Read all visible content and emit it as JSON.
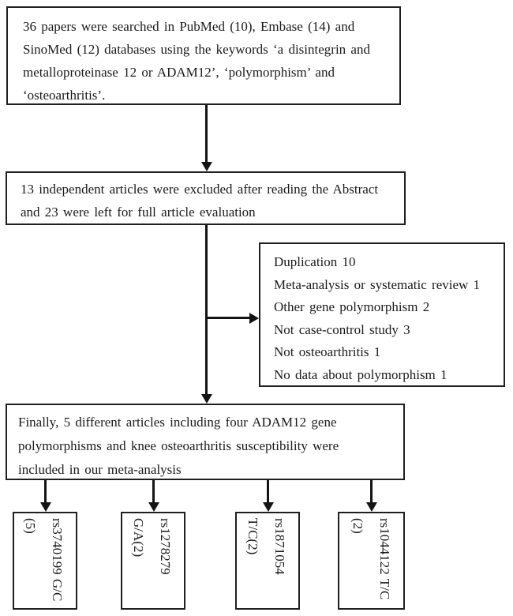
{
  "diagram": {
    "kind": "study-selection-flowchart",
    "colors": {
      "background": "#ffffff",
      "border": "#1f1f1f",
      "text": "#1a1a1a",
      "arrow": "#141414"
    },
    "boxes": {
      "search": {
        "lines": [
          "36 papers were searched in PubMed (10), Embase (14) and",
          "SinoMed (12) databases using the keywords ‘a disintegrin and",
          "metalloproteinase 12 or ADAM12’, ‘polymorphism’ and",
          "‘osteoarthritis’."
        ]
      },
      "screening": {
        "lines": [
          "13 independent articles were excluded after reading the Abstract",
          "and 23 were left for full article evaluation"
        ]
      },
      "exclusions": {
        "lines": [
          "Duplication 10",
          "Meta-analysis or systematic review 1",
          "Other gene polymorphism 2",
          "Not case-control study 3",
          "Not osteoarthritis 1",
          "No data about polymorphism 1"
        ]
      },
      "final": {
        "lines": [
          "Finally, 5 different articles including four ADAM12 gene",
          "polymorphisms and knee osteoarthritis susceptibility were",
          "included in our meta-analysis"
        ]
      },
      "snps": [
        {
          "lines": [
            "rs3740199 G/C",
            "(5)"
          ]
        },
        {
          "lines": [
            "rs1278279",
            "G/A(2)"
          ]
        },
        {
          "lines": [
            "rs1871054",
            "T/C(2)"
          ]
        },
        {
          "lines": [
            "rs1044122 T/C",
            "(2)"
          ]
        }
      ]
    }
  }
}
